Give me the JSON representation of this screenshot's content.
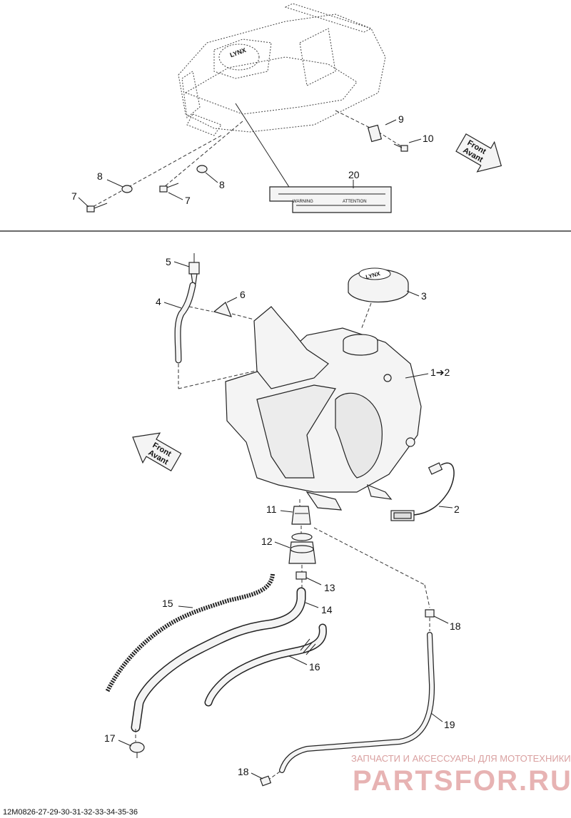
{
  "callouts": {
    "c1": "1➔2",
    "c2": "2",
    "c3": "3",
    "c4": "4",
    "c5": "5",
    "c6": "6",
    "c7a": "7",
    "c7b": "7",
    "c8a": "8",
    "c8b": "8",
    "c9": "9",
    "c10": "10",
    "c11": "11",
    "c12": "12",
    "c13": "13",
    "c14": "14",
    "c15": "15",
    "c16": "16",
    "c17": "17",
    "c18a": "18",
    "c18b": "18",
    "c19": "19",
    "c20": "20"
  },
  "front_arrow_top": {
    "line1": "Front",
    "line2": "Avant"
  },
  "front_arrow_main": {
    "line1": "Front",
    "line2": "Avant"
  },
  "decal": {
    "left_text": "WARNING",
    "right_text": "ATTENTION"
  },
  "cap_text": "LYNX",
  "drawing_code": "12M0826-27-29-30-31-32-33-34-35-36",
  "watermark": {
    "tagline": "ЗАПЧАСТИ И АКСЕССУАРЫ ДЛЯ МОТОТЕХНИКИ",
    "brand": "PARTSFOR.RU"
  }
}
